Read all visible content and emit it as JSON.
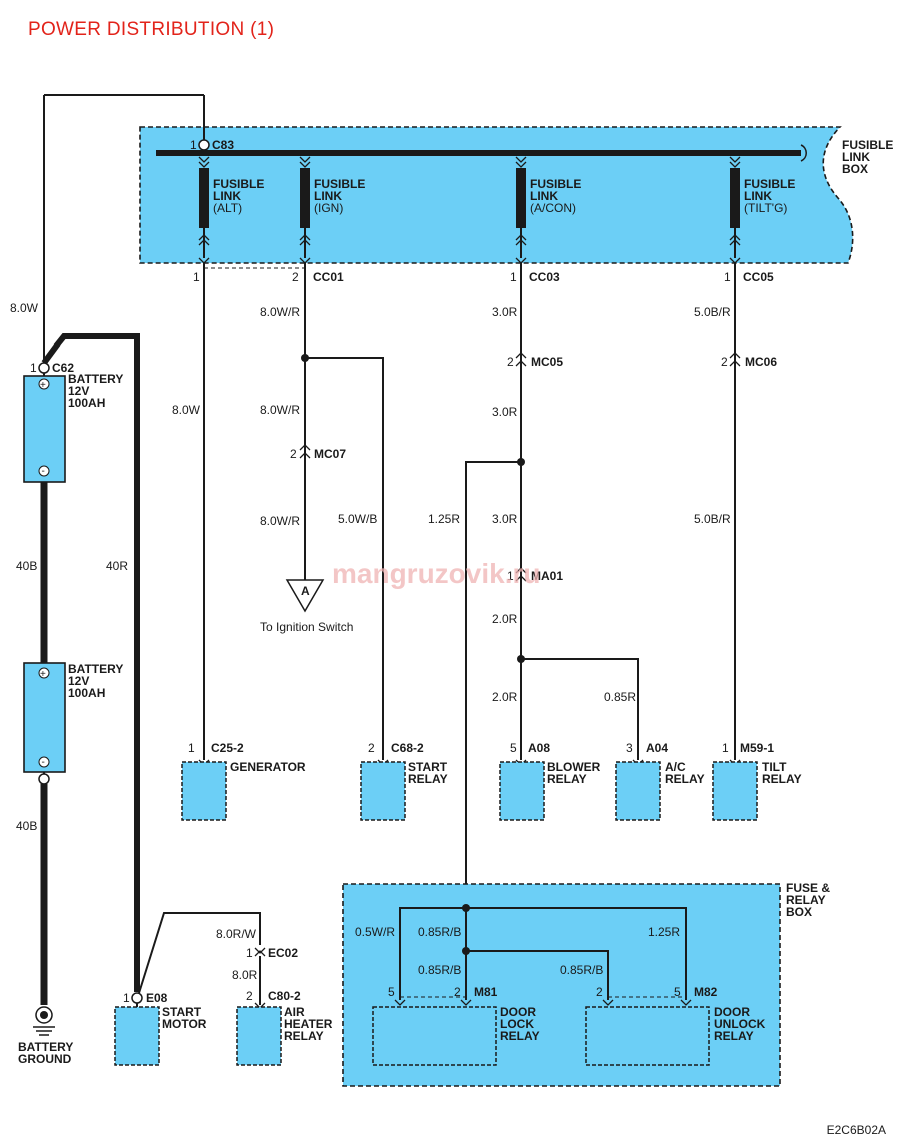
{
  "title": "POWER DISTRIBUTION (1)",
  "code": "E2C6B02A",
  "watermark": "mangruzovik.ru",
  "colors": {
    "title": "#e2231a",
    "box_fill": "#6ccff6",
    "wire": "#1a1a1a"
  },
  "boxes": {
    "fusible_link_box": [
      "FUSIBLE",
      "LINK",
      "BOX"
    ],
    "fuse_relay_box": [
      "FUSE &",
      "RELAY",
      "BOX"
    ]
  },
  "fusible_links": [
    {
      "line1": "FUSIBLE",
      "line2": "LINK",
      "line3": "(ALT)"
    },
    {
      "line1": "FUSIBLE",
      "line2": "LINK",
      "line3": "(IGN)"
    },
    {
      "line1": "FUSIBLE",
      "line2": "LINK",
      "line3": "(A/CON)"
    },
    {
      "line1": "FUSIBLE",
      "line2": "LINK",
      "line3": "(TILT'G)"
    }
  ],
  "batteries": [
    {
      "label": [
        "BATTERY",
        "12V",
        "100AH"
      ]
    },
    {
      "label": [
        "BATTERY",
        "12V",
        "100AH"
      ]
    }
  ],
  "connectors": {
    "c83": {
      "pin": "1",
      "name": "C83"
    },
    "c62": {
      "pin": "1",
      "name": "C62"
    },
    "cc01": {
      "pin1": "1",
      "pin2": "2",
      "name": "CC01"
    },
    "cc03": {
      "pin": "1",
      "name": "CC03"
    },
    "cc05": {
      "pin": "1",
      "name": "CC05"
    },
    "mc05": {
      "pin": "2",
      "name": "MC05"
    },
    "mc06": {
      "pin": "2",
      "name": "MC06"
    },
    "mc07": {
      "pin": "2",
      "name": "MC07"
    },
    "ma01": {
      "pin": "1",
      "name": "MA01"
    },
    "ec02": {
      "pin": "1",
      "name": "EC02"
    },
    "e08": {
      "pin": "1",
      "name": "E08"
    },
    "m81": {
      "pin1": "5",
      "pin2": "2",
      "name": "M81"
    },
    "m82": {
      "pin1": "2",
      "pin2": "5",
      "name": "M82"
    }
  },
  "wires": {
    "w_8_0w_left": "8.0W",
    "w_40b_top": "40B",
    "w_40r": "40R",
    "w_40b_bottom": "40B",
    "w_alt": "8.0W",
    "w_ign_1": "8.0W/R",
    "w_ign_2": "8.0W/R",
    "w_ign_3": "8.0W/R",
    "w_start": "5.0W/B",
    "w_acon_1": "3.0R",
    "w_acon_2": "3.0R",
    "w_acon_3": "3.0R",
    "w_125r": "1.25R",
    "w_2_0r_1": "2.0R",
    "w_2_0r_2": "2.0R",
    "w_085r": "0.85R",
    "w_tilt_1": "5.0B/R",
    "w_tilt_2": "5.0B/R",
    "w_8_0rw": "8.0R/W",
    "w_8_0r": "8.0R",
    "w_05wr": "0.5W/R",
    "w_085rb_1": "0.85R/B",
    "w_125r_box": "1.25R",
    "w_085rb_2": "0.85R/B",
    "w_085rb_3": "0.85R/B"
  },
  "components": {
    "generator": {
      "pin": "1",
      "conn": "C25-2",
      "label": [
        "GENERATOR"
      ]
    },
    "start_relay": {
      "pin": "2",
      "conn": "C68-2",
      "label": [
        "START",
        "RELAY"
      ]
    },
    "blower_relay": {
      "pin": "5",
      "conn": "A08",
      "label": [
        "BLOWER",
        "RELAY"
      ]
    },
    "ac_relay": {
      "pin": "3",
      "conn": "A04",
      "label": [
        "A/C",
        "RELAY"
      ]
    },
    "tilt_relay": {
      "pin": "1",
      "conn": "M59-1",
      "label": [
        "TILT",
        "RELAY"
      ]
    },
    "start_motor": {
      "label": [
        "START",
        "MOTOR"
      ]
    },
    "air_heater_relay": {
      "pin": "2",
      "conn": "C80-2",
      "label": [
        "AIR",
        "HEATER",
        "RELAY"
      ]
    },
    "door_lock_relay": {
      "label": [
        "DOOR",
        "LOCK",
        "RELAY"
      ]
    },
    "door_unlock_relay": {
      "label": [
        "DOOR",
        "UNLOCK",
        "RELAY"
      ]
    }
  },
  "offpage": {
    "letter": "A",
    "text": "To Ignition Switch"
  },
  "ground": {
    "label": [
      "BATTERY",
      "GROUND"
    ]
  }
}
